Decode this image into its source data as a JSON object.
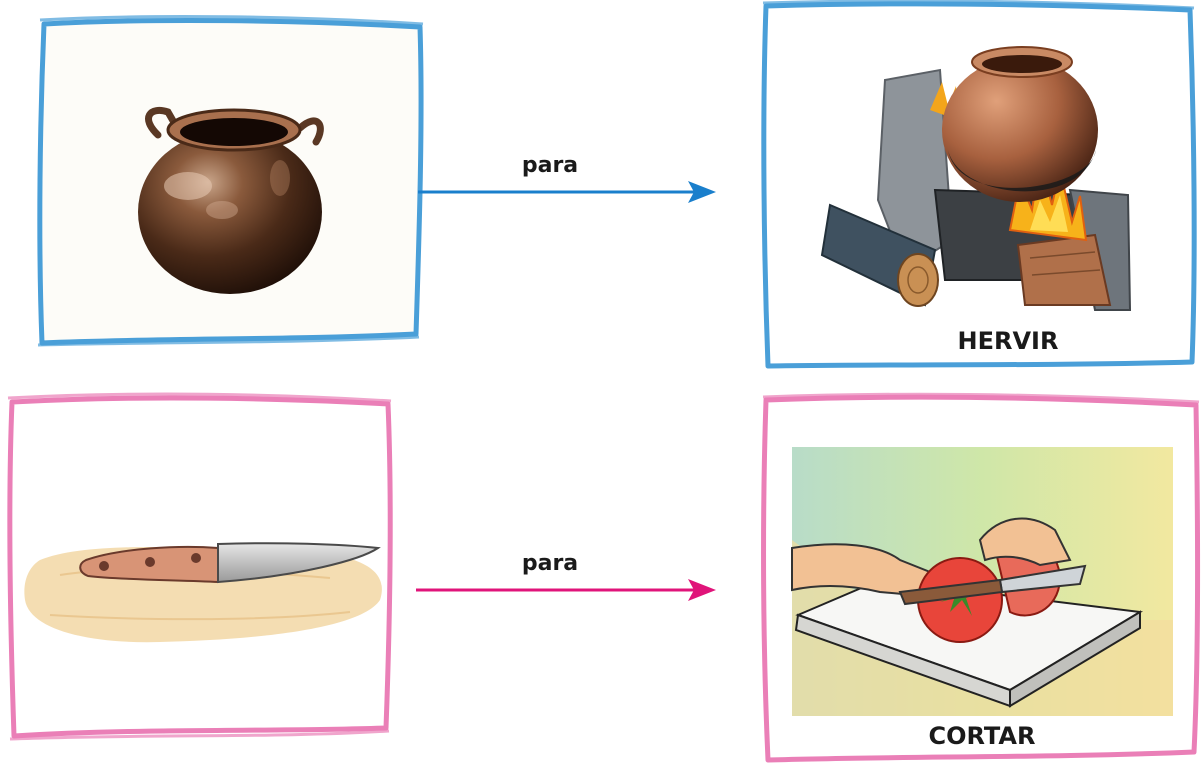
{
  "rows": [
    {
      "tool": "pot",
      "connector_label": "para",
      "action": "HERVIR",
      "color": "#4a9fd8",
      "arrow_color": "#1a7fcc"
    },
    {
      "tool": "knife",
      "connector_label": "para",
      "action": "CORTAR",
      "color": "#ea7fb7",
      "arrow_color": "#e0147a"
    }
  ]
}
